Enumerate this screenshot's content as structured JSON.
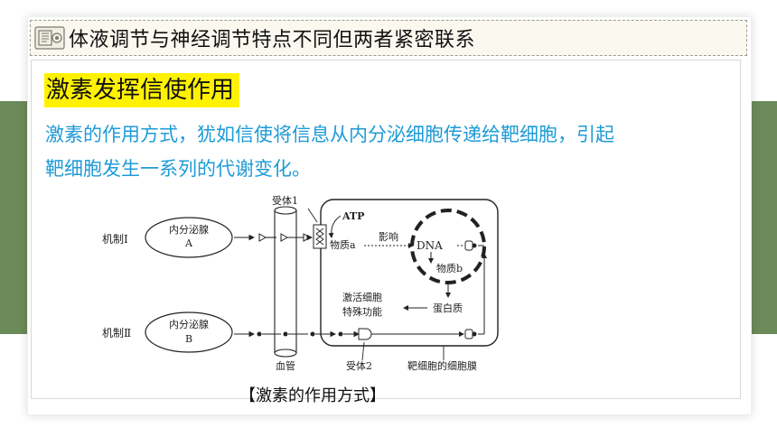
{
  "header": {
    "title": "体液调节与神经调节特点不同但两者紧密联系",
    "icon": "book-stack-icon"
  },
  "section": {
    "subtitle": "激素发挥信使作用",
    "paragraph_line1": "激素的作用方式，犹如信使将信息从内分泌细胞传递给靶细胞，引起",
    "paragraph_line2": "靶细胞发生一系列的代谢变化。"
  },
  "figure": {
    "mechanism_1": "机制Ⅰ",
    "mechanism_2": "机制Ⅱ",
    "gland_a_line1": "内分泌腺",
    "gland_a_line2": "A",
    "gland_b_line1": "内分泌腺",
    "gland_b_line2": "B",
    "receptor_1": "受体1",
    "receptor_2": "受体2",
    "atp": "ATP",
    "substance_a": "物质a",
    "influence": "影响",
    "dna": "DNA",
    "substance_b": "物质b",
    "activate_line1": "激活细胞",
    "activate_line2": "特殊功能",
    "protein": "蛋白质",
    "blood_vessel": "血管",
    "target_membrane": "靶细胞的细胞膜"
  },
  "caption": "【激素的作用方式】",
  "colors": {
    "accent_green": "#6b8a5a",
    "highlight_yellow": "#fff200",
    "text_blue": "#1e9bd7"
  }
}
